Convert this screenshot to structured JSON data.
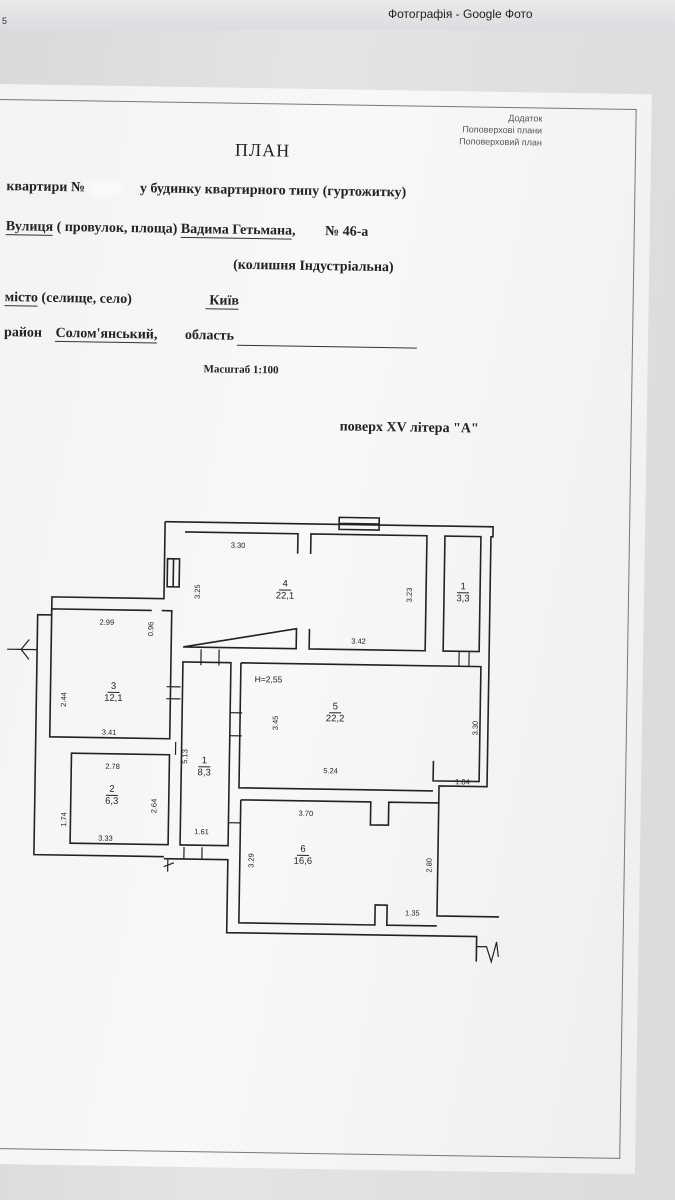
{
  "window": {
    "title": "Фотографія - Google Фото",
    "edge_mark": "5"
  },
  "document": {
    "appendix": [
      "Додаток",
      "Поповерхові плани",
      "Поповерховий план"
    ],
    "title": "ПЛАН",
    "apartment_prefix": "квартири №",
    "apartment_suffix": "у будинку квартирного типу (гуртожитку)",
    "street_label": "Вулиця",
    "street_hint": "( провулок, площа)",
    "street_value": "Вадима Гетьмана",
    "street_comma": ",",
    "number_label": "№",
    "number_value": "46-а",
    "former_name": "(колишня Індустріальна)",
    "city_label": "місто",
    "city_hint": "(селище, село)",
    "city_value": "Київ",
    "district_label": "район",
    "district_value": "Солом'янський,",
    "region_label": "область",
    "scale": "Масштаб 1:100",
    "floor": "поверх XV літера \"А\""
  },
  "floorplan": {
    "height_label": "Н=2,55",
    "rooms": [
      {
        "no": "4",
        "area": "22,1"
      },
      {
        "no": "1",
        "area": "3,3"
      },
      {
        "no": "3",
        "area": "12,1"
      },
      {
        "no": "5",
        "area": "22,2"
      },
      {
        "no": "1",
        "area": "8,3"
      },
      {
        "no": "2",
        "area": "6,3"
      },
      {
        "no": "6",
        "area": "16,6"
      }
    ],
    "dims": [
      "3.30",
      "3.25",
      "3.23",
      "3.42",
      "2.99",
      "0.96",
      "2.44",
      "3.41",
      "5.13",
      "3.45",
      "5.24",
      "3.30",
      "1.04",
      "2.78",
      "1.74",
      "2.64",
      "3.33",
      "1.61",
      "3.70",
      "3.29",
      "2.80",
      "1.35"
    ]
  }
}
